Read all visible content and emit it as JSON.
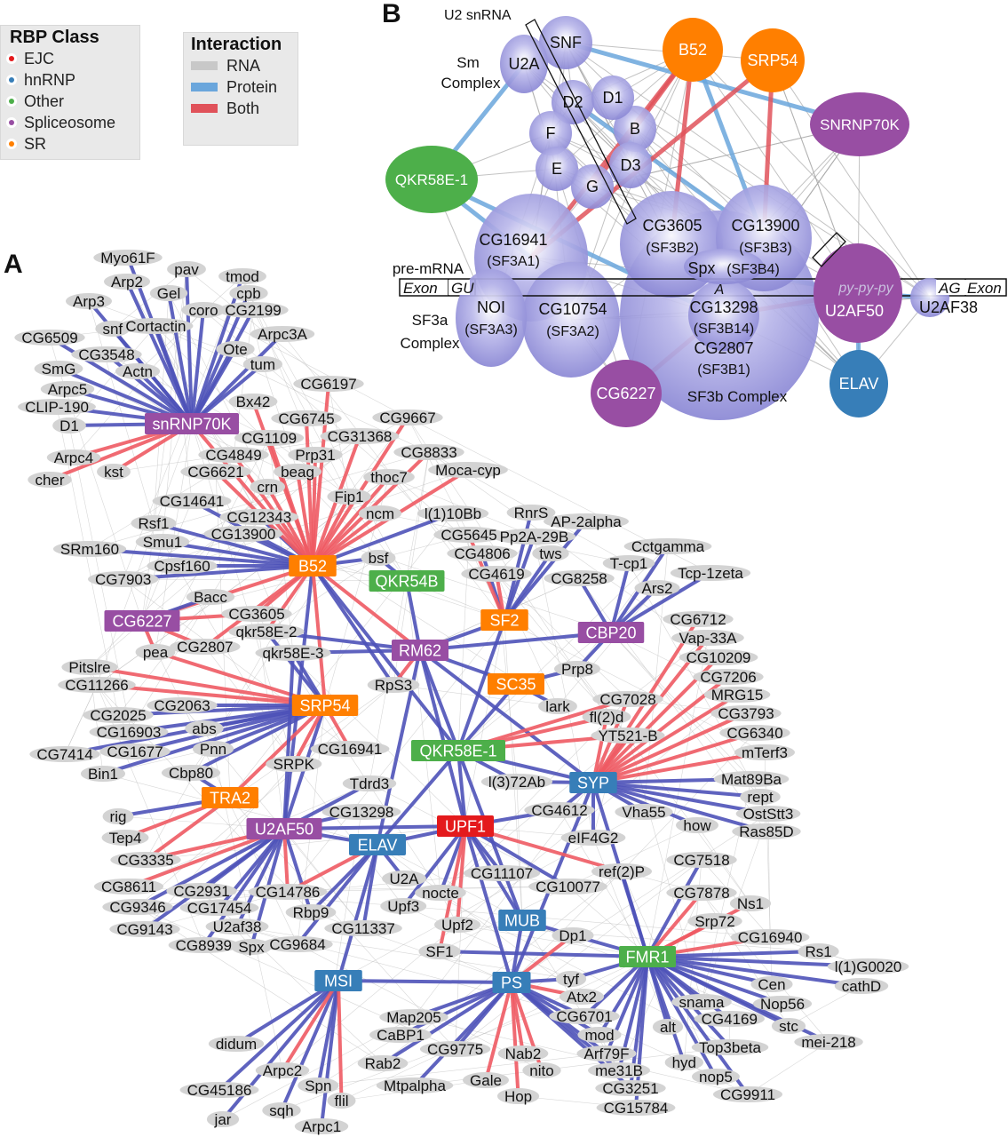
{
  "legend_rbp": {
    "title": "RBP Class",
    "items": [
      {
        "label": "EJC",
        "color": "#e41a1c"
      },
      {
        "label": "hnRNP",
        "color": "#377eb8"
      },
      {
        "label": "Other",
        "color": "#4daf4a"
      },
      {
        "label": "Spliceosome",
        "color": "#984ea3"
      },
      {
        "label": "SR",
        "color": "#ff7f00"
      }
    ]
  },
  "legend_interaction": {
    "title": "Interaction",
    "items": [
      {
        "label": "RNA",
        "color": "#c8c8c8"
      },
      {
        "label": "Protein",
        "color": "#6aa6dc"
      },
      {
        "label": "Both",
        "color": "#e0525a"
      }
    ]
  },
  "colors": {
    "protein_a": "#4e52b8",
    "both_a": "#ee5a63",
    "rna": "#bdbdbd",
    "leaf": "#d3d3d3",
    "complex": "#9e9be0"
  },
  "panel_a": {
    "label": "A",
    "hubs": [
      {
        "label": "snRNP70K",
        "class": "Spliceosome"
      },
      {
        "label": "B52",
        "class": "SR"
      },
      {
        "label": "QKR54B",
        "class": "Other"
      },
      {
        "label": "CG6227",
        "class": "Spliceosome"
      },
      {
        "label": "SF2",
        "class": "SR"
      },
      {
        "label": "CBP20",
        "class": "Spliceosome"
      },
      {
        "label": "RM62",
        "class": "Spliceosome"
      },
      {
        "label": "SC35",
        "class": "SR"
      },
      {
        "label": "SRP54",
        "class": "SR"
      },
      {
        "label": "QKR58E-1",
        "class": "Other"
      },
      {
        "label": "SYP",
        "class": "hnRNP"
      },
      {
        "label": "TRA2",
        "class": "SR"
      },
      {
        "label": "U2AF50",
        "class": "Spliceosome"
      },
      {
        "label": "ELAV",
        "class": "hnRNP"
      },
      {
        "label": "UPF1",
        "class": "EJC"
      },
      {
        "label": "MUB",
        "class": "hnRNP"
      },
      {
        "label": "FMR1",
        "class": "Other"
      },
      {
        "label": "MSI",
        "class": "hnRNP"
      },
      {
        "label": "PS",
        "class": "hnRNP"
      }
    ],
    "leaves": [
      "Myo61F",
      "pav",
      "Arp2",
      "tmod",
      "Gel",
      "cpb",
      "Arp3",
      "coro",
      "CG2199",
      "Cortactin",
      "Arpc3A",
      "snf",
      "Ote",
      "CG6509",
      "CG3548",
      "tum",
      "SmG",
      "Actn",
      "Arpc5",
      "CLIP-190",
      "CG6197",
      "Bx42",
      "D1",
      "CG6745",
      "CG9667",
      "CG1109",
      "CG31368",
      "CG4849",
      "Prp31",
      "CG8833",
      "Arpc4",
      "kst",
      "CG6621",
      "beag",
      "thoc7",
      "Moca-cyp",
      "cher",
      "crn",
      "Fip1",
      "ncm",
      "CG14641",
      "l(1)10Bb",
      "RnrS",
      "Rsf1",
      "CG12343",
      "AP-2alpha",
      "Smu1",
      "CG13900",
      "CG5645",
      "Pp2A-29B",
      "SRm160",
      "tws",
      "Cctgamma",
      "bsf",
      "CG4806",
      "T-cp1",
      "CG8258",
      "Cpsf160",
      "CG4619",
      "Tcp-1zeta",
      "Ars2",
      "CG7903",
      "Bacc",
      "CG3605",
      "CG6712",
      "qkr58E-2",
      "Vap-33A",
      "pea",
      "CG2807",
      "qkr58E-3",
      "CG10209",
      "Pitslre",
      "RpS3",
      "Prp8",
      "CG7206",
      "CG11266",
      "MRG15",
      "CG7028",
      "CG2063",
      "lark",
      "CG3793",
      "fl(2)d",
      "CG2025",
      "abs",
      "YT521-B",
      "CG6340",
      "CG16903",
      "CG16941",
      "mTerf3",
      "CG7414",
      "CG1677",
      "Pnn",
      "SRPK",
      "Cbp80",
      "Bin1",
      "Tdrd3",
      "Mat89Ba",
      "l(3)72Ab",
      "rept",
      "rig",
      "CG13298",
      "CG4612",
      "Vha55",
      "OstStt3",
      "how",
      "Tep4",
      "Ras85D",
      "CG3335",
      "eIF4G2",
      "CG7518",
      "U2A",
      "ref(2)P",
      "CG11107",
      "CG8611",
      "CG2931",
      "CG14786",
      "nocte",
      "CG10077",
      "CG7878",
      "Ns1",
      "CG9346",
      "CG17454",
      "Rbp9",
      "Upf3",
      "Srp72",
      "U2af38",
      "CG9143",
      "CG11337",
      "Upf2",
      "CG16940",
      "CG8939",
      "Spx",
      "CG9684",
      "SF1",
      "Dp1",
      "Rs1",
      "l(1)G0020",
      "tyf",
      "Cen",
      "cathD",
      "Atx2",
      "snama",
      "Nop56",
      "Map205",
      "CG6701",
      "CG4169",
      "CaBP1",
      "mod",
      "alt",
      "stc",
      "mei-218",
      "CG9775",
      "Top3beta",
      "Arf79F",
      "didum",
      "Rab2",
      "Nab2",
      "nito",
      "hyd",
      "me31B",
      "nop5",
      "Arpc2",
      "Gale",
      "Mtpalpha",
      "CG3251",
      "CG9911",
      "CG45186",
      "Spn",
      "flil",
      "Hop",
      "CG15784",
      "sqh",
      "jar",
      "Arpc1"
    ],
    "edges": [
      {
        "hub": "snRNP70K",
        "protein": [
          "Myo61F",
          "pav",
          "Arp2",
          "tmod",
          "Gel",
          "cpb",
          "Arp3",
          "coro",
          "CG2199",
          "Cortactin",
          "Arpc3A",
          "snf",
          "Ote",
          "CG6509",
          "CG3548",
          "tum",
          "SmG",
          "Actn",
          "Arpc5",
          "CLIP-190",
          "D1"
        ],
        "both": [
          "Arpc4",
          "kst",
          "cher",
          "B52"
        ]
      },
      {
        "hub": "B52",
        "protein": [
          "CG14641",
          "CG12343",
          "Rsf1",
          "Smu1",
          "CG13900",
          "SRm160",
          "Cpsf160",
          "CG7903",
          "l(1)10Bb",
          "bsf",
          "RpS3",
          "QKR58E-1",
          "U2AF50"
        ],
        "both": [
          "CG6197",
          "Bx42",
          "CG6745",
          "CG9667",
          "CG1109",
          "CG31368",
          "CG4849",
          "Prp31",
          "CG8833",
          "CG6621",
          "beag",
          "thoc7",
          "Moca-cyp",
          "crn",
          "Fip1",
          "ncm",
          "CG3605",
          "CG2807",
          "SRP54",
          "RM62",
          "CG6227",
          "qkr58E-2"
        ]
      },
      {
        "hub": "QKR54B",
        "protein": [
          "bsf",
          "RM62"
        ],
        "both": []
      },
      {
        "hub": "CG6227",
        "protein": [
          "Bacc"
        ],
        "both": [
          "CG3605",
          "CG2807",
          "pea"
        ]
      },
      {
        "hub": "SF2",
        "protein": [
          "RnrS",
          "AP-2alpha",
          "Pp2A-29B",
          "tws",
          "CG4806",
          "RM62",
          "QKR58E-1"
        ],
        "both": [
          "CG5645",
          "CG4619"
        ]
      },
      {
        "hub": "CBP20",
        "protein": [
          "Cctgamma",
          "T-cp1",
          "CG8258",
          "Tcp-1zeta",
          "Ars2",
          "RM62",
          "Prp8"
        ],
        "both": []
      },
      {
        "hub": "RM62",
        "protein": [
          "qkr58E-3",
          "qkr58E-2",
          "SC35",
          "QKR58E-1",
          "UPF1",
          "SYP",
          "ELAV"
        ],
        "both": [
          "RpS3"
        ]
      },
      {
        "hub": "SC35",
        "protein": [
          "Prp8",
          "lark",
          "QKR58E-1"
        ],
        "both": []
      },
      {
        "hub": "SRP54",
        "protein": [
          "CG2063",
          "CG2025",
          "abs",
          "CG16903",
          "CG7414",
          "CG1677",
          "Pnn",
          "Bin1",
          "Cbp80",
          "qkr58E-2",
          "qkr58E-3",
          "U2AF50"
        ],
        "both": [
          "Pitslre",
          "CG11266",
          "pea",
          "TRA2",
          "CG16941",
          "SRPK"
        ]
      },
      {
        "hub": "QKR58E-1",
        "protein": [
          "UPF1",
          "ELAV",
          "SYP",
          "MUB",
          "l(3)72Ab"
        ],
        "both": [
          "CG7028",
          "fl(2)d",
          "YT521-B"
        ]
      },
      {
        "hub": "SYP",
        "protein": [
          "Mat89Ba",
          "rept",
          "OstStt3",
          "Ras85D",
          "how",
          "Vha55",
          "CG4612",
          "eIF4G2",
          "FMR1",
          "PS",
          "l(3)72Ab"
        ],
        "both": [
          "CG6712",
          "Vap-33A",
          "CG10209",
          "CG7206",
          "MRG15",
          "CG3793",
          "CG6340",
          "mTerf3",
          "CG7028",
          "fl(2)d",
          "YT521-B"
        ]
      },
      {
        "hub": "TRA2",
        "protein": [
          "rig",
          "Cbp80"
        ],
        "both": [
          "Tep4",
          "CG3335"
        ]
      },
      {
        "hub": "U2AF50",
        "protein": [
          "CG2931",
          "CG9346",
          "CG17454",
          "CG9143",
          "CG8939",
          "U2af38",
          "Spx",
          "Rbp9",
          "CG13298",
          "Tdrd3",
          "ELAV",
          "UPF1",
          "qkr58E-3"
        ],
        "both": [
          "CG8611",
          "CG14786",
          "CG3335"
        ]
      },
      {
        "hub": "ELAV",
        "protein": [
          "U2A",
          "CG11337",
          "CG9684",
          "Rbp9",
          "MSI",
          "UPF1"
        ],
        "both": [
          "CG14786"
        ]
      },
      {
        "hub": "UPF1",
        "protein": [
          "nocte",
          "Upf3",
          "CG11107",
          "CG10077",
          "MUB",
          "PS",
          "CG4612"
        ],
        "both": [
          "Upf2",
          "ref(2)P",
          "SF1"
        ]
      },
      {
        "hub": "MUB",
        "protein": [
          "PS",
          "Dp1"
        ],
        "both": []
      },
      {
        "hub": "FMR1",
        "protein": [
          "CG7518",
          "ref(2)P",
          "Rs1",
          "l(1)G0020",
          "Cen",
          "cathD",
          "snama",
          "Nop56",
          "CG4169",
          "stc",
          "mei-218",
          "Top3beta",
          "alt",
          "hyd",
          "nop5",
          "CG9911",
          "CG3251",
          "CG15784",
          "me31B",
          "Arf79F",
          "mod",
          "CG6701",
          "Dp1",
          "SF1",
          "tyf"
        ],
        "both": [
          "CG7878",
          "Ns1",
          "Srp72",
          "CG16940"
        ]
      },
      {
        "hub": "MSI",
        "protein": [
          "didum",
          "CG45186",
          "Spn",
          "jar",
          "sqh",
          "Arpc1",
          "PS"
        ],
        "both": [
          "Arpc2",
          "flil"
        ]
      },
      {
        "hub": "PS",
        "protein": [
          "Map205",
          "CaBP1",
          "CG9775",
          "Rab2",
          "Mtpalpha",
          "tyf",
          "Arf79F",
          "me31B",
          "CG3251",
          "mod",
          "CG6701"
        ],
        "both": [
          "Nab2",
          "nito",
          "Gale",
          "Hop",
          "Atx2",
          "Dp1"
        ]
      }
    ]
  },
  "panel_b": {
    "label": "B",
    "annotations": {
      "u2_snrna": "U2 snRNA",
      "sm_complex": [
        "Sm",
        "Complex"
      ],
      "pre_mrna": "pre-mRNA",
      "exon_left": "Exon",
      "gu": "GU",
      "branch_a": "A",
      "py_tract": "py-py-py",
      "ag": "AG",
      "exon_right": "Exon",
      "sf3a_complex": [
        "SF3a",
        "Complex"
      ],
      "sf3b_complex": "SF3b Complex"
    },
    "nodes": [
      {
        "label": "SNF",
        "class": "complex"
      },
      {
        "label": "U2A",
        "class": "complex"
      },
      {
        "label": "D2",
        "class": "complex"
      },
      {
        "label": "D1",
        "class": "complex"
      },
      {
        "label": "F",
        "class": "complex"
      },
      {
        "label": "B",
        "class": "complex"
      },
      {
        "label": "E",
        "class": "complex"
      },
      {
        "label": "D3",
        "class": "complex"
      },
      {
        "label": "G",
        "class": "complex"
      },
      {
        "label": "CG2807",
        "sub": "(SF3B1)",
        "class": "complex"
      },
      {
        "label": "CG16941",
        "sub": "(SF3A1)",
        "class": "complex"
      },
      {
        "label": "NOI",
        "sub": "(SF3A3)",
        "class": "complex"
      },
      {
        "label": "CG10754",
        "sub": "(SF3A2)",
        "class": "complex"
      },
      {
        "label": "CG3605",
        "sub": "(SF3B2)",
        "class": "complex"
      },
      {
        "label": "CG13900",
        "sub": "(SF3B3)",
        "class": "complex"
      },
      {
        "label": "Spx",
        "sub": "(SF3B4)",
        "class": "complex"
      },
      {
        "label": "CG13298",
        "sub": "(SF3B14)",
        "class": "complex"
      },
      {
        "label": "U2AF38",
        "class": "complex"
      },
      {
        "label": "B52",
        "class": "SR"
      },
      {
        "label": "SRP54",
        "class": "SR"
      },
      {
        "label": "SNRNP70K",
        "class": "Spliceosome"
      },
      {
        "label": "QKR58E-1",
        "class": "Other"
      },
      {
        "label": "U2AF50",
        "class": "Spliceosome"
      },
      {
        "label": "ELAV",
        "class": "hnRNP"
      },
      {
        "label": "CG6227",
        "class": "Spliceosome"
      }
    ],
    "edges": {
      "protein": [
        [
          "QKR58E-1",
          "U2A"
        ],
        [
          "QKR58E-1",
          "CG16941"
        ],
        [
          "QKR58E-1",
          "CG2807"
        ],
        [
          "SNF",
          "SNRNP70K"
        ],
        [
          "B52",
          "CG13900"
        ],
        [
          "U2AF50",
          "ELAV"
        ],
        [
          "U2AF50",
          "U2AF38"
        ],
        [
          "D2",
          "CG13900"
        ],
        [
          "Spx",
          "U2AF50"
        ]
      ],
      "both": [
        [
          "B52",
          "CG16941"
        ],
        [
          "B52",
          "CG3605"
        ],
        [
          "SRP54",
          "CG16941"
        ],
        [
          "SRP54",
          "CG13900"
        ],
        [
          "CG6227",
          "CG2807"
        ],
        [
          "U2AF50",
          "CG13298"
        ],
        [
          "B52",
          "G"
        ]
      ]
    }
  }
}
